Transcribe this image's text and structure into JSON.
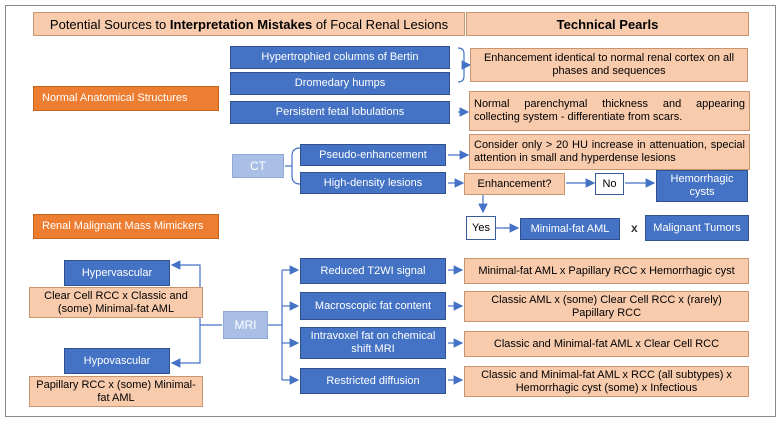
{
  "header": {
    "left_prefix": "Potential Sources to ",
    "left_bold": "Interpretation Mistakes",
    "left_suffix": " of Focal Renal Lesions",
    "right": "Technical Pearls"
  },
  "categories": {
    "normal": "Normal Anatomical Structures",
    "mimickers": "Renal Malignant Mass Mimickers"
  },
  "normal_items": {
    "bertin": "Hypertrophied columns of Bertin",
    "dromedary": "Dromedary humps",
    "fetal": "Persistent fetal lobulations"
  },
  "pearls": {
    "cortex": "Enhancement identical to normal renal cortex on all phases and sequences",
    "parenchymal": "Normal parenchymal thickness and appearing collecting system - differentiate from scars.",
    "hu": "Consider only > 20 HU increase in attenuation, special attention in small and hyperdense lesions",
    "t2": "Minimal-fat AML x Papillary RCC x Hemorrhagic cyst",
    "macro": "Classic AML x (some) Clear Cell RCC x (rarely) Papillary RCC",
    "intravoxel": "Classic and Minimal-fat AML x Clear Cell RCC",
    "diffusion": "Classic and Minimal-fat AML x RCC (all subtypes) x Hemorrhagic cyst (some) x Infectious"
  },
  "ct": {
    "label": "CT",
    "pseudo": "Pseudo-enhancement",
    "high_density": "High-density lesions",
    "enhancement_q": "Enhancement?",
    "no": "No",
    "yes": "Yes",
    "hemorrhagic": "Hemorrhagic cysts",
    "minimal_fat": "Minimal-fat AML",
    "x": "x",
    "malignant": "Malignant Tumors"
  },
  "mri": {
    "label": "MRI",
    "hypervascular": "Hypervascular",
    "hyper_result": "Clear Cell RCC x Classic and (some) Minimal-fat AML",
    "hypovascular": "Hypovascular",
    "hypo_result": "Papillary RCC x (some) Minimal-fat AML",
    "t2": "Reduced T2WI signal",
    "macro": "Macroscopic fat content",
    "intravoxel": "Intravoxel fat on chemical shift MRI",
    "diffusion": "Restricted diffusion"
  },
  "colors": {
    "blue": "#4472c4",
    "light_blue": "#a9bfe6",
    "peach": "#f8cbad",
    "orange": "#ed7d31",
    "line": "#4472c4"
  }
}
